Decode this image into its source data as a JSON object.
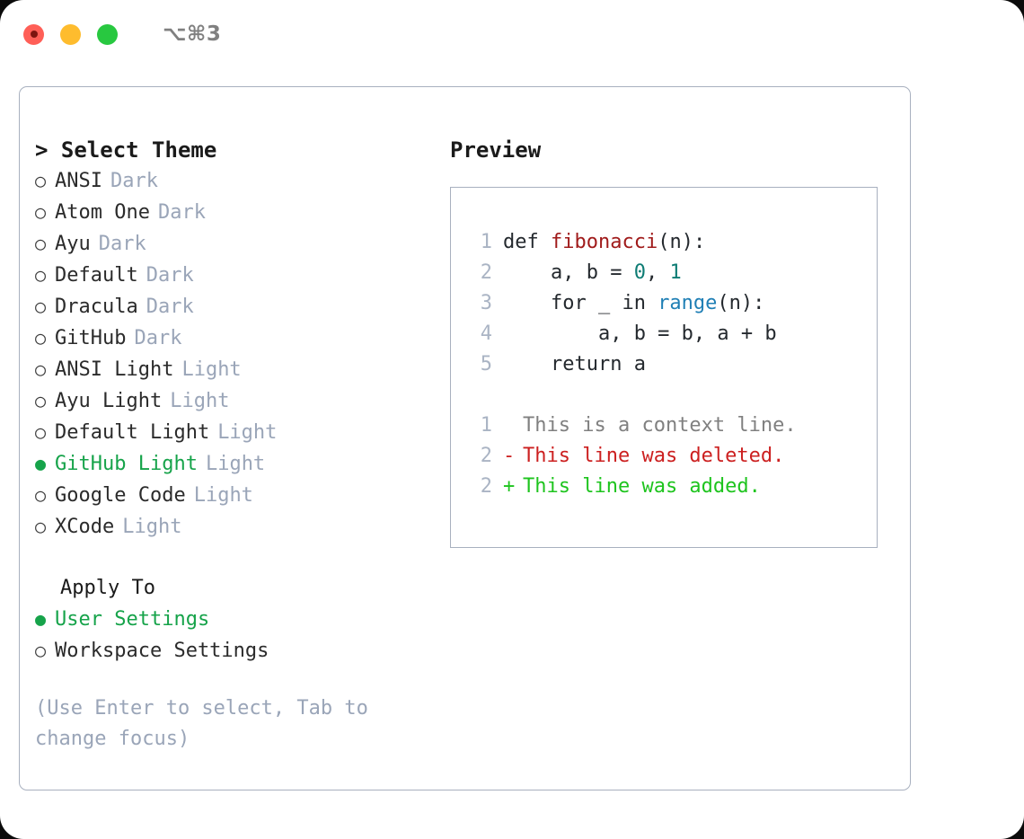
{
  "titlebar": {
    "lights": [
      {
        "name": "close",
        "color": "#ff5f57"
      },
      {
        "name": "minimize",
        "color": "#febc2e"
      },
      {
        "name": "maximize",
        "color": "#28c840"
      }
    ],
    "shortcut": "⌥⌘3"
  },
  "colors": {
    "accent_green": "#16a34a",
    "border": "#a8b0bf",
    "muted": "#9aa5b8",
    "diff_add": "#1ec41e",
    "diff_del": "#cc2020",
    "diff_ctx": "#808080",
    "token_function": "#a01b1b",
    "token_number": "#0e7c74",
    "token_call": "#1f7fb5"
  },
  "theme_panel": {
    "header_caret": ">",
    "header": "Select Theme",
    "bullet_selected": "●",
    "bullet_unselected": "○",
    "items": [
      {
        "label": "ANSI",
        "badge": "Dark",
        "selected": false
      },
      {
        "label": "Atom One",
        "badge": "Dark",
        "selected": false
      },
      {
        "label": "Ayu",
        "badge": "Dark",
        "selected": false
      },
      {
        "label": "Default",
        "badge": "Dark",
        "selected": false
      },
      {
        "label": "Dracula",
        "badge": "Dark",
        "selected": false
      },
      {
        "label": "GitHub",
        "badge": "Dark",
        "selected": false
      },
      {
        "label": "ANSI Light",
        "badge": "Light",
        "selected": false
      },
      {
        "label": "Ayu Light",
        "badge": "Light",
        "selected": false
      },
      {
        "label": "Default Light",
        "badge": "Light",
        "selected": false
      },
      {
        "label": "GitHub Light",
        "badge": "Light",
        "selected": true
      },
      {
        "label": "Google Code",
        "badge": "Light",
        "selected": false
      },
      {
        "label": "XCode",
        "badge": "Light",
        "selected": false
      }
    ]
  },
  "apply_to": {
    "header": "Apply To",
    "items": [
      {
        "label": "User Settings",
        "selected": true
      },
      {
        "label": "Workspace Settings",
        "selected": false
      }
    ]
  },
  "hint": "(Use Enter to select, Tab to change focus)",
  "preview": {
    "title": "Preview",
    "code_lines": [
      {
        "no": "1",
        "tokens": [
          {
            "t": "def ",
            "c": "plain"
          },
          {
            "t": "fibonacci",
            "c": "fn"
          },
          {
            "t": "(n):",
            "c": "plain"
          }
        ]
      },
      {
        "no": "2",
        "tokens": [
          {
            "t": "    a, b = ",
            "c": "plain"
          },
          {
            "t": "0",
            "c": "num"
          },
          {
            "t": ", ",
            "c": "plain"
          },
          {
            "t": "1",
            "c": "num"
          }
        ]
      },
      {
        "no": "3",
        "tokens": [
          {
            "t": "    for _ in ",
            "c": "plain"
          },
          {
            "t": "range",
            "c": "call"
          },
          {
            "t": "(n):",
            "c": "plain"
          }
        ]
      },
      {
        "no": "4",
        "tokens": [
          {
            "t": "        a, b = b, a + b",
            "c": "plain"
          }
        ]
      },
      {
        "no": "5",
        "tokens": [
          {
            "t": "    return a",
            "c": "plain"
          }
        ]
      }
    ],
    "diff_lines": [
      {
        "no": "1",
        "marker": " ",
        "text": "This is a context line.",
        "kind": "ctx"
      },
      {
        "no": "2",
        "marker": "-",
        "text": "This line was deleted.",
        "kind": "del"
      },
      {
        "no": "2",
        "marker": "+",
        "text": "This line was added.",
        "kind": "add"
      }
    ]
  }
}
